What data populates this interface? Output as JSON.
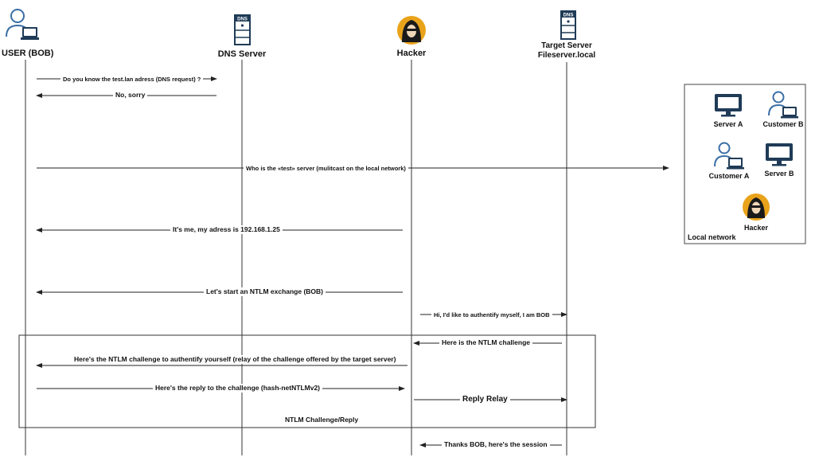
{
  "actors": {
    "user": "USER (BOB)",
    "dns": "DNS Server",
    "hacker": "Hacker",
    "target_line1": "Target Server",
    "target_line2": "Fileserver.local"
  },
  "icon_text": {
    "dns_badge": "DNS"
  },
  "messages": [
    "Do you know the test.lan adress (DNS request) ?",
    "No, sorry",
    "Who is the «test» server (mulitcast on the local network)",
    "It's me, my adress is 192.168.1.25",
    "Let's start an NTLM exchange (BOB)",
    "Hi, I'd like to authentify myself, I am BOB",
    "Here is the NTLM challenge",
    "Here's the NTLM challenge to authentify yourself (relay of the challenge offered by the target server)",
    "Here's the reply to the challenge (hash-netNTLMv2)",
    "Reply Relay",
    "Thanks BOB, here's the session"
  ],
  "group_box": {
    "label": "NTLM Challenge/Reply"
  },
  "local_network": {
    "title": "Local network",
    "nodes": {
      "server_a": "Server A",
      "customer_b": "Customer B",
      "customer_a": "Customer A",
      "server_b": "Server B",
      "hacker": "Hacker"
    }
  },
  "colors": {
    "accent_blue": "#1f3b57",
    "light_blue": "#3a6ea5",
    "hacker_gold": "#e9a31b",
    "line": "#222222"
  }
}
